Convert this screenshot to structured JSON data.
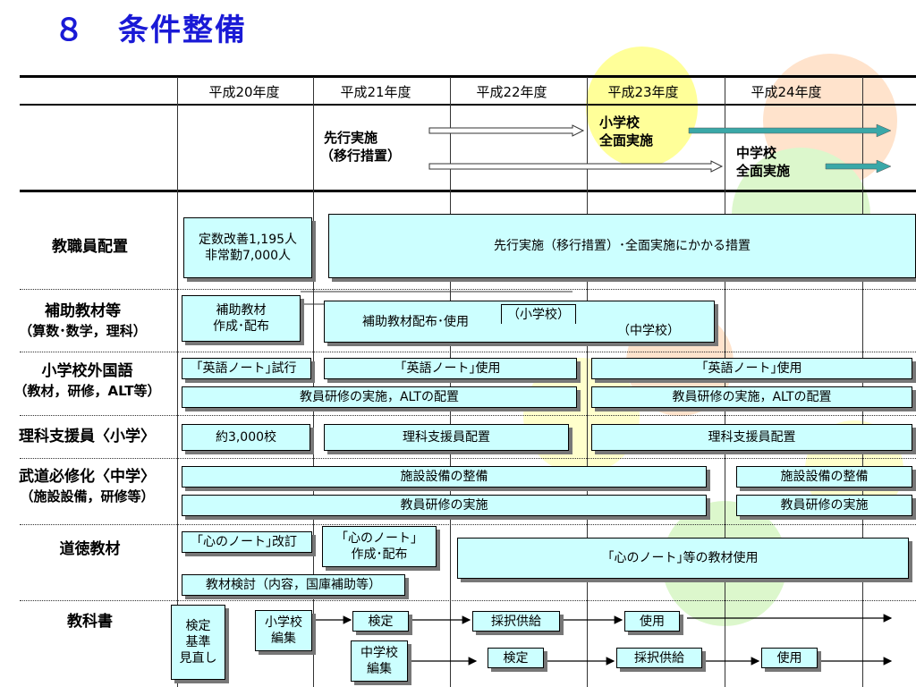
{
  "title": "８　条件整備",
  "years": [
    "平成20年度",
    "平成21年度",
    "平成22年度",
    "平成23年度",
    "平成24年度"
  ],
  "timeline": {
    "advance_l1": "先行実施",
    "advance_l2": "（移行措置）",
    "elem_l1": "小学校",
    "elem_l2": "全面実施",
    "middle_l1": "中学校",
    "middle_l2": "全面実施"
  },
  "rows": {
    "staff": {
      "label": "教職員配置",
      "box1_l1": "定数改善1,195人",
      "box1_l2": "非常勤7,000人",
      "box2": "先行実施（移行措置）･全面実施にかかる措置"
    },
    "materials": {
      "label_l1": "補助教材等",
      "label_l2": "（算数･数学，理科）",
      "box1_l1": "補助教材",
      "box1_l2": "作成･配布",
      "box2": "補助教材配布･使用",
      "elem_note": "（小学校）",
      "middle_note": "（中学校）"
    },
    "english": {
      "label_l1": "小学校外国語",
      "label_l2": "（教材，研修，ALT等）",
      "trial": "｢英語ノート｣試行",
      "use1": "｢英語ノート｣使用",
      "use2": "｢英語ノート｣使用",
      "training1": "教員研修の実施，ALTの配置",
      "training2": "教員研修の実施，ALTの配置"
    },
    "science": {
      "label": "理科支援員〈小学〉",
      "count": "約3,000校",
      "place1": "理科支援員配置",
      "place2": "理科支援員配置"
    },
    "budo": {
      "label_l1": "武道必修化〈中学〉",
      "label_l2": "（施設設備，研修等）",
      "facility1": "施設設備の整備",
      "facility2": "施設設備の整備",
      "training1": "教員研修の実施",
      "training2": "教員研修の実施"
    },
    "moral": {
      "label": "道徳教材",
      "revise": "｢心のノート｣改訂",
      "make_l1": "｢心のノート｣",
      "make_l2": "作成･配布",
      "review": "教材検討（内容，国庫補助等）",
      "use": "｢心のノート｣等の教材使用"
    },
    "textbook": {
      "label": "教科書",
      "std_l1": "検定",
      "std_l2": "基準",
      "std_l3": "見直し",
      "elem_l1": "小学校",
      "elem_l2": "編集",
      "mid_l1": "中学校",
      "mid_l2": "編集",
      "e_check": "検定",
      "e_adopt": "採択供給",
      "e_use": "使用",
      "m_check": "検定",
      "m_adopt": "採択供給",
      "m_use": "使用"
    }
  },
  "colors": {
    "title": "#1a1ad6",
    "box_fill": "#ccffff",
    "circle_yellow": "#ffff99",
    "circle_orange": "#ffe0c0",
    "circle_green": "#d8f5c8",
    "arrow_teal": "#2a9a9a"
  }
}
